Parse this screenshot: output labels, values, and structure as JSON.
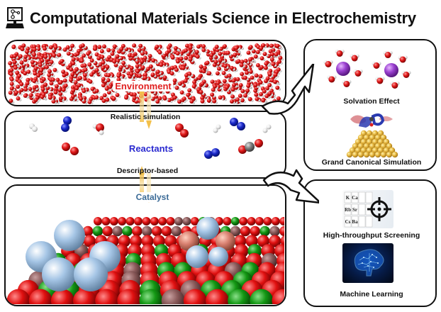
{
  "header": {
    "title": "Computational Materials Science in Electrochemistry",
    "icon": "computer-molecule-icon"
  },
  "left_column": {
    "environment": {
      "label": "Environment",
      "label_color": "#e02020"
    },
    "reactants": {
      "label": "Reactants",
      "label_color": "#2a2ad0"
    },
    "catalyst": {
      "label": "Catalyst",
      "label_color": "#3a6a96"
    },
    "arrows": {
      "realistic": "Realistic simulation",
      "descriptor": "Descriptor-based"
    }
  },
  "right_column": {
    "top_panel": {
      "items": [
        {
          "label": "Solvation Effect",
          "icon": "solvated-ion-icon"
        },
        {
          "label": "Grand Canonical Simulation",
          "icon": "surface-adsorbate-icon"
        }
      ]
    },
    "bottom_panel": {
      "items": [
        {
          "label": "High-throughput Screening",
          "icon": "periodic-table-target-icon",
          "elements": [
            "K",
            "Ca",
            "Rb",
            "Sr",
            "Cs",
            "Ba"
          ]
        },
        {
          "label": "Machine Learning",
          "icon": "circuit-brain-icon"
        }
      ]
    }
  },
  "colors": {
    "oxygen": "#e01818",
    "hydrogen": "#f2f2f2",
    "nitrogen": "#1a28c8",
    "carbon": "#808080",
    "metal": "#9fc0e0",
    "arrow": "#f3c04a",
    "border": "#111111"
  }
}
